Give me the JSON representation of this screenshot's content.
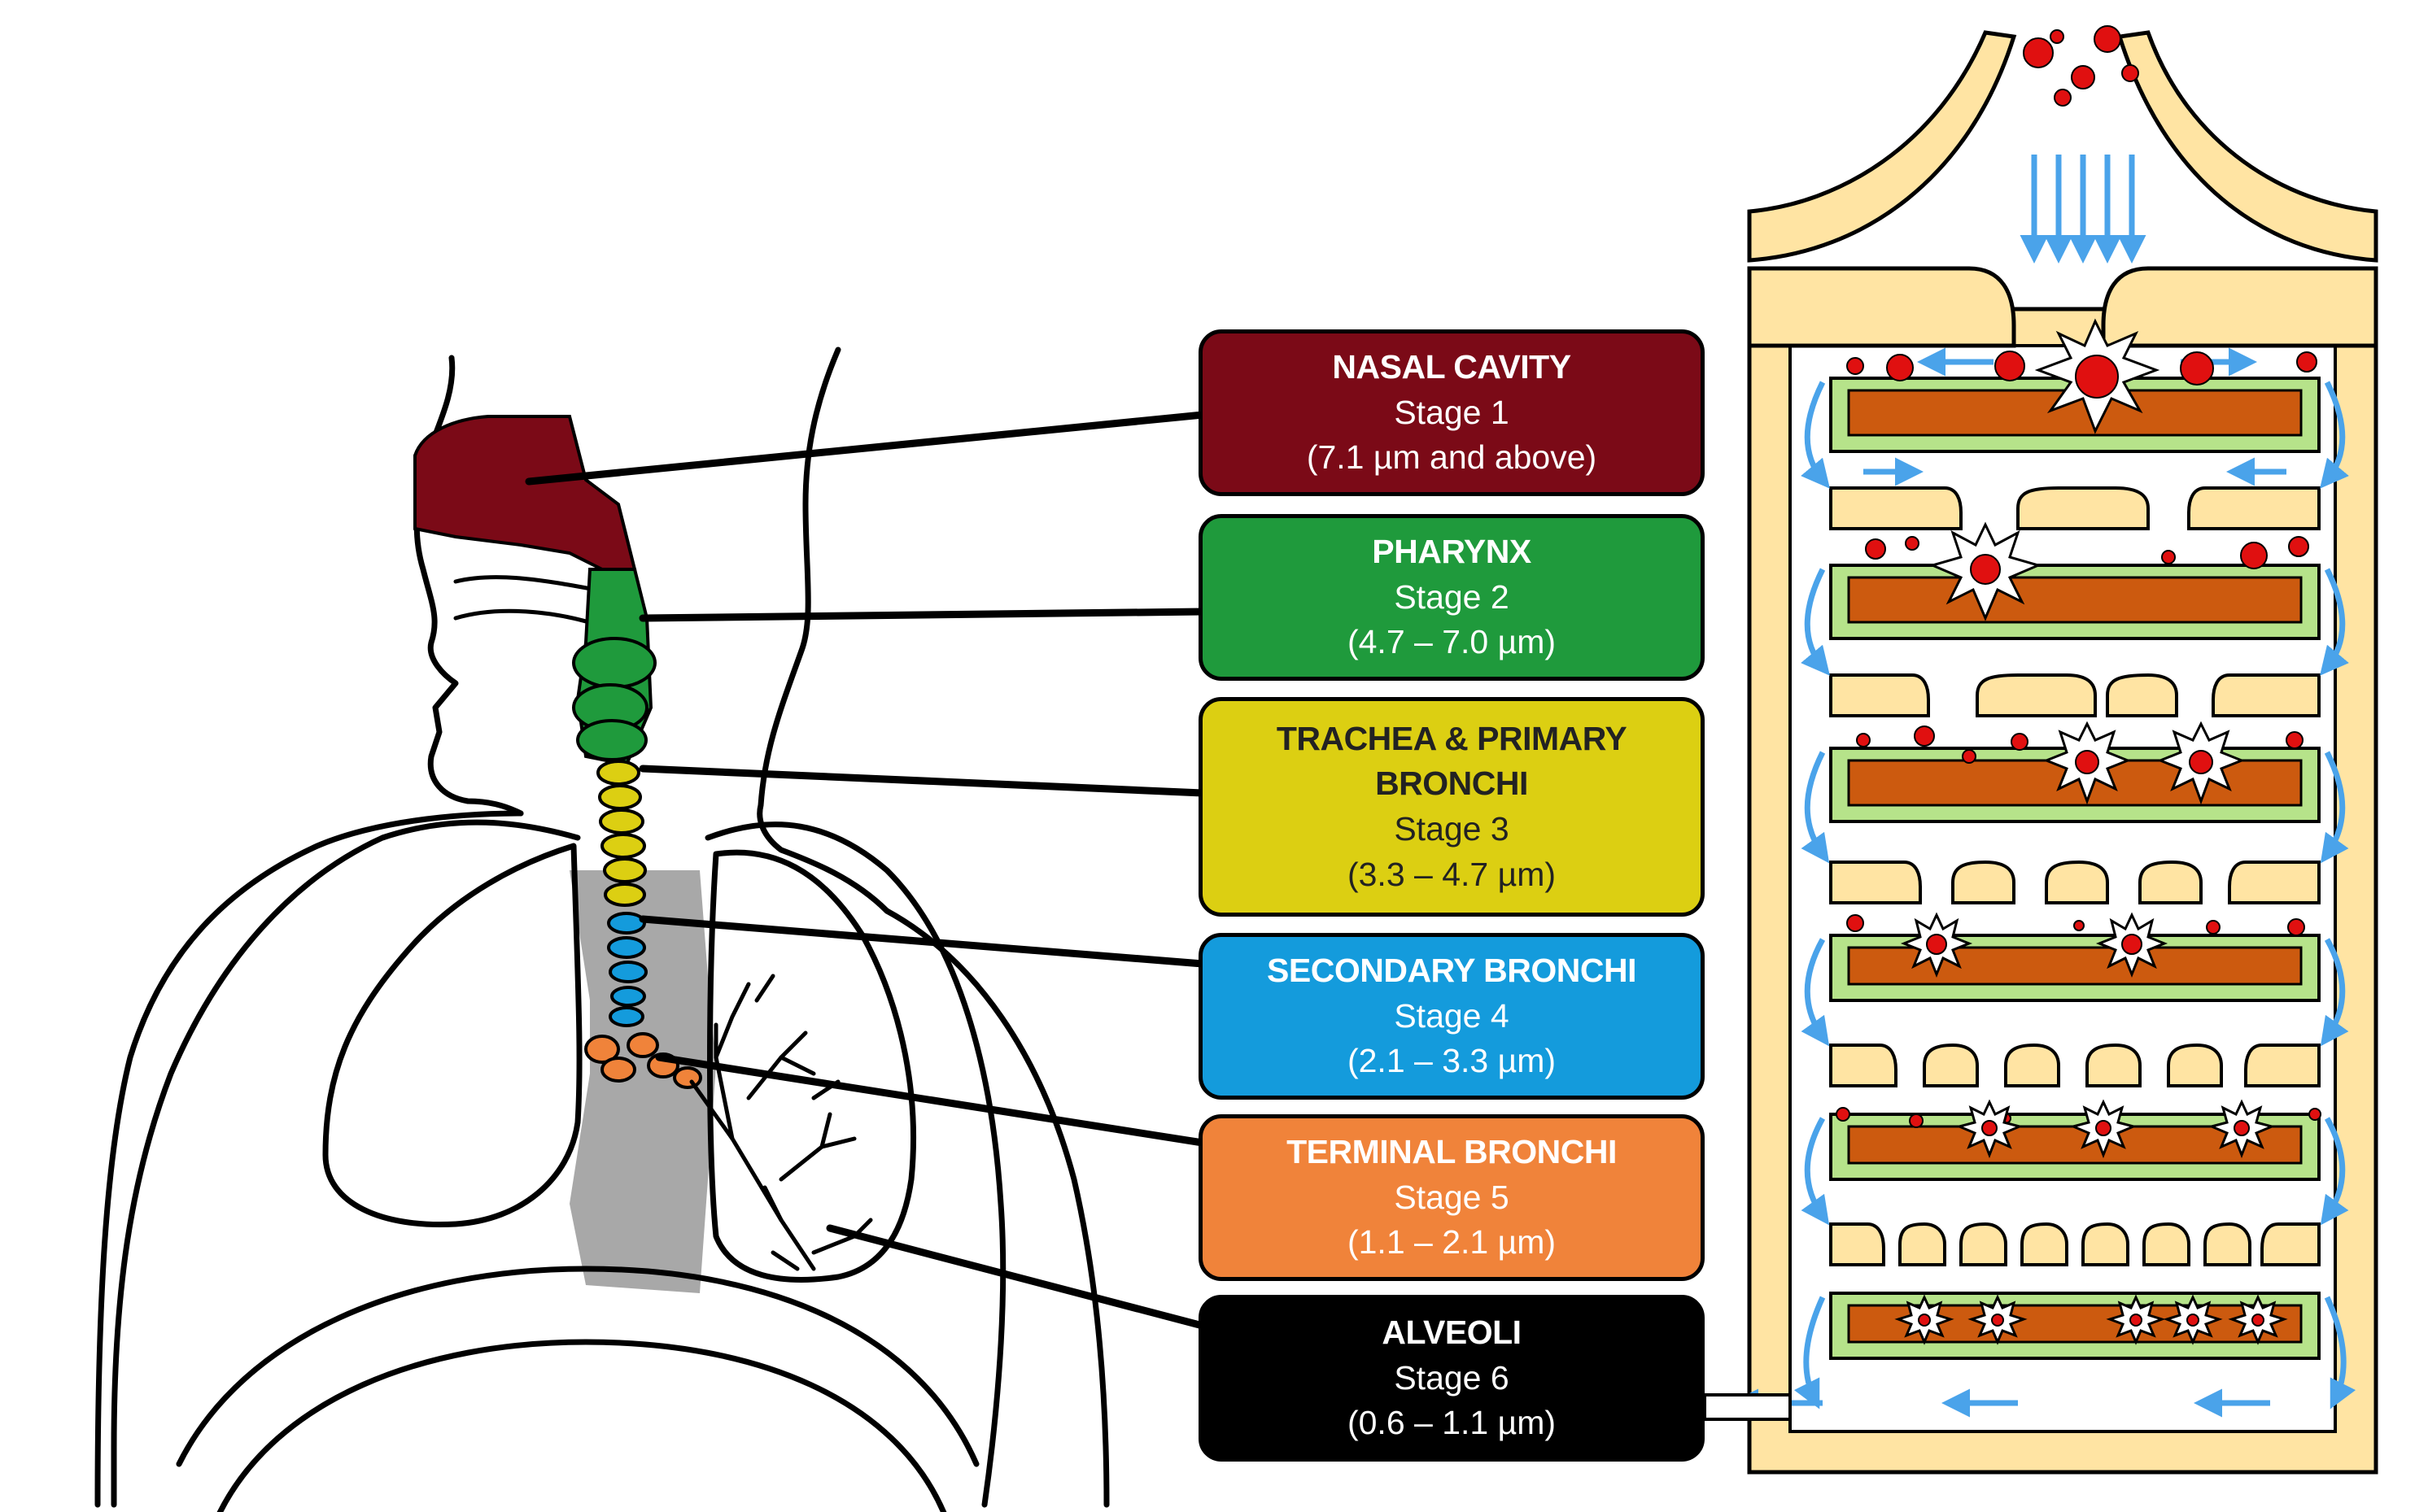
{
  "stages": [
    {
      "title": "NASAL CAVITY",
      "stage": "Stage 1",
      "range": "(7.1 µm and above)",
      "color": "#7b0a17",
      "text_color": "#ffffff"
    },
    {
      "title": "PHARYNX",
      "stage": "Stage 2",
      "range": "(4.7 – 7.0 µm)",
      "color": "#1f9a3c",
      "text_color": "#ffffff"
    },
    {
      "title": "TRACHEA & PRIMARY BRONCHI",
      "stage": "Stage 3",
      "range": "(3.3 – 4.7 µm)",
      "color": "#dccf12",
      "text_color": "#222222"
    },
    {
      "title": "SECONDARY BRONCHI",
      "stage": "Stage 4",
      "range": "(2.1 – 3.3 µm)",
      "color": "#149bdc",
      "text_color": "#ffffff"
    },
    {
      "title": "TERMINAL BRONCHI",
      "stage": "Stage 5",
      "range": "(1.1 – 2.1 µm)",
      "color": "#f0833a",
      "text_color": "#ffffff"
    },
    {
      "title": "ALVEOLI",
      "stage": "Stage 6",
      "range": "(0.6 – 1.1 µm)",
      "color": "#000000",
      "text_color": "#ffffff"
    }
  ],
  "colors": {
    "impactor_wall": "#ffe4a3",
    "collection_plate": "#cc5a0f",
    "plate_tray": "#b6e38a",
    "airflow_arrow": "#4aa3ea",
    "particle": "#e01010",
    "airway_gray": "#a8a8a8"
  }
}
